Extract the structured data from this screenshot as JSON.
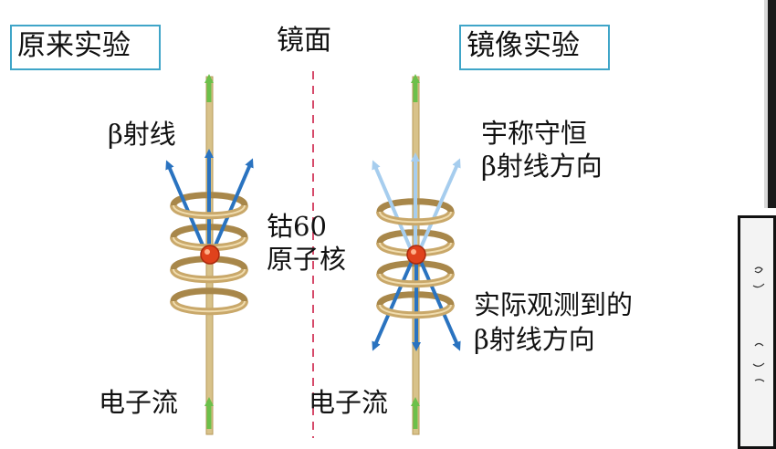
{
  "titles": {
    "original": "原来实验",
    "mirror_plane": "镜面",
    "mirror": "镜像实验"
  },
  "labels": {
    "beta_rays": "β射线",
    "nucleus": "钴60\n原子核",
    "parity_conserved": "宇称守恒\nβ射线方向",
    "observed": "实际观测到的\nβ射线方向",
    "current_left": "电子流",
    "current_right": "电子流"
  },
  "colors": {
    "box_border": "#3fa5c8",
    "coil": "#c9a86a",
    "rod": "#d8c28a",
    "arrow_green": "#6cc04a",
    "arrow_blue": "#2a73c0",
    "arrow_light": "#9cc8ea",
    "nucleus": "#e0421c",
    "mirror_line": "#d64a6a"
  }
}
